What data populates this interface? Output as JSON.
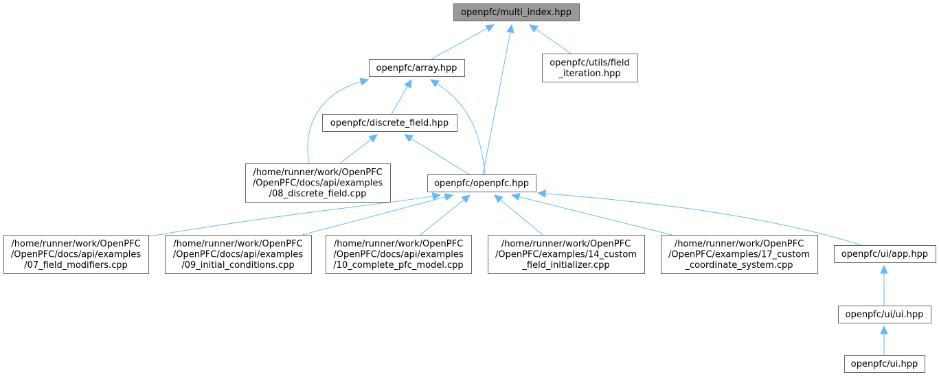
{
  "diagram": {
    "nodes": {
      "multi_index": {
        "label": [
          "openpfc/multi_index.hpp"
        ],
        "root": true
      },
      "array": {
        "label": [
          "openpfc/array.hpp"
        ]
      },
      "field_iteration": {
        "label": [
          "openpfc/utils/field",
          "_iteration.hpp"
        ]
      },
      "discrete_field": {
        "label": [
          "openpfc/discrete_field.hpp"
        ]
      },
      "ex08": {
        "label": [
          "/home/runner/work/OpenPFC",
          "/OpenPFC/docs/api/examples",
          "/08_discrete_field.cpp"
        ]
      },
      "openpfc": {
        "label": [
          "openpfc/openpfc.hpp"
        ]
      },
      "ex07": {
        "label": [
          "/home/runner/work/OpenPFC",
          "/OpenPFC/docs/api/examples",
          "/07_field_modifiers.cpp"
        ]
      },
      "ex09": {
        "label": [
          "/home/runner/work/OpenPFC",
          "/OpenPFC/docs/api/examples",
          "/09_initial_conditions.cpp"
        ]
      },
      "ex10": {
        "label": [
          "/home/runner/work/OpenPFC",
          "/OpenPFC/docs/api/examples",
          "/10_complete_pfc_model.cpp"
        ]
      },
      "ex14": {
        "label": [
          "/home/runner/work/OpenPFC",
          "/OpenPFC/examples/14_custom",
          "_field_initializer.cpp"
        ]
      },
      "ex17": {
        "label": [
          "/home/runner/work/OpenPFC",
          "/OpenPFC/examples/17_custom",
          "_coordinate_system.cpp"
        ]
      },
      "ui_app": {
        "label": [
          "openpfc/ui/app.hpp"
        ]
      },
      "ui_ui": {
        "label": [
          "openpfc/ui/ui.hpp"
        ]
      },
      "ui": {
        "label": [
          "openpfc/ui.hpp"
        ]
      }
    },
    "edges": [
      {
        "from": "array",
        "to": "multi_index"
      },
      {
        "from": "openpfc",
        "to": "multi_index"
      },
      {
        "from": "field_iteration",
        "to": "multi_index"
      },
      {
        "from": "ex08",
        "to": "array"
      },
      {
        "from": "discrete_field",
        "to": "array"
      },
      {
        "from": "openpfc",
        "to": "array"
      },
      {
        "from": "ex08",
        "to": "discrete_field"
      },
      {
        "from": "openpfc",
        "to": "discrete_field"
      },
      {
        "from": "ex07",
        "to": "openpfc"
      },
      {
        "from": "ex09",
        "to": "openpfc"
      },
      {
        "from": "ex10",
        "to": "openpfc"
      },
      {
        "from": "ex14",
        "to": "openpfc"
      },
      {
        "from": "ex17",
        "to": "openpfc"
      },
      {
        "from": "ui_app",
        "to": "openpfc"
      },
      {
        "from": "ui_ui",
        "to": "ui_app"
      },
      {
        "from": "ui",
        "to": "ui_ui"
      }
    ],
    "colors": {
      "edge": "#63b8ff",
      "root_fill": "#999999",
      "node_border": "#666666"
    }
  }
}
